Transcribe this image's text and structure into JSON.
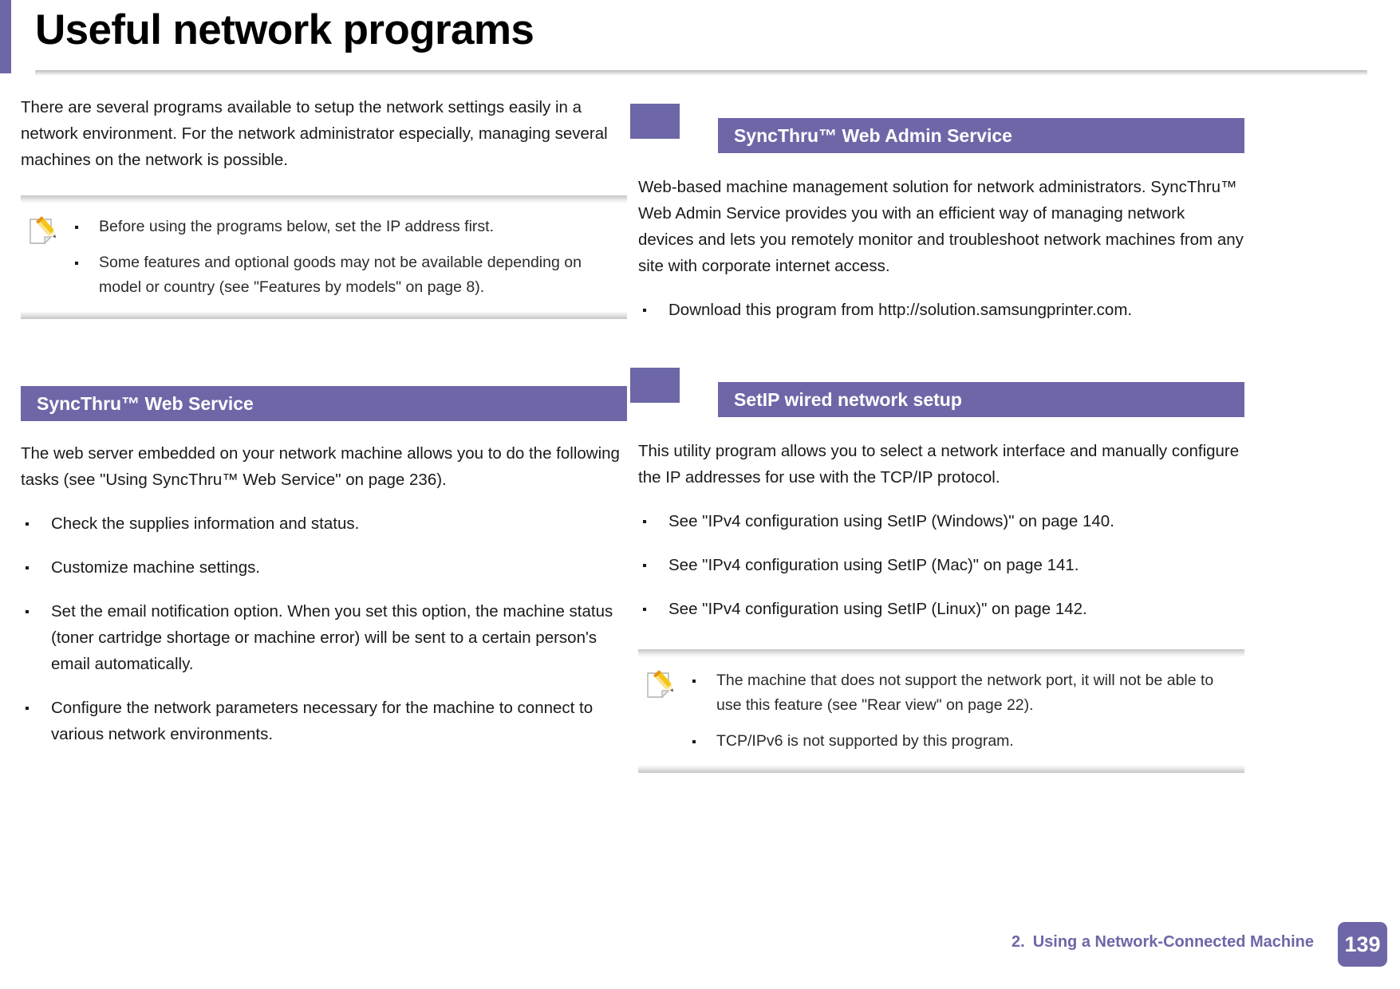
{
  "page": {
    "title": "Useful network programs",
    "accent_color": "#6d67a8",
    "text_color": "#1a1a1a"
  },
  "left_column": {
    "intro_paragraph": "There are several programs available to setup the network settings easily in a network environment. For the network administrator especially, managing several machines on the network is possible.",
    "note": {
      "icon": "note-pencil-icon",
      "bullets": [
        "Before using the programs below, set the IP address first.",
        "Some features and optional goods may not be available depending on model or country (see \"Features by models\" on page 8)."
      ]
    },
    "section": {
      "heading": "SyncThru™ Web Service",
      "paragraph": "The web server embedded on your network machine allows you to do the following tasks (see \"Using SyncThru™ Web Service\" on page 236).",
      "bullets": [
        "Check the supplies information and status.",
        "Customize machine settings.",
        "Set the email notification option. When you set this option, the machine status (toner cartridge shortage or machine error) will be sent to a certain person's email automatically.",
        "Configure the network parameters necessary for the machine to connect to various network environments."
      ]
    }
  },
  "right_column": {
    "section_admin": {
      "heading": "SyncThru™ Web Admin Service",
      "paragraph": "Web-based machine management solution for network administrators. SyncThru™ Web Admin Service provides you with an efficient way of managing network devices and lets you remotely monitor and troubleshoot network machines from any site with corporate internet access.",
      "bullets": [
        "Download this program from http://solution.samsungprinter.com."
      ]
    },
    "section_setip": {
      "heading": "SetIP wired network setup",
      "paragraph": "This utility program allows you to select a network interface and manually configure the IP addresses for use with the TCP/IP protocol.",
      "bullets": [
        "See \"IPv4 configuration using SetIP (Windows)\" on page 140.",
        "See \"IPv4 configuration using SetIP (Mac)\" on page 141.",
        "See \"IPv4 configuration using SetIP (Linux)\" on page 142."
      ],
      "note": {
        "icon": "note-pencil-icon",
        "bullets": [
          "The machine that does not support the network port, it will not be able to use this feature (see \"Rear view\" on page 22).",
          "TCP/IPv6 is not supported by this program."
        ]
      }
    }
  },
  "footer": {
    "chapter_number": "2.",
    "chapter_title": "Using a Network-Connected Machine",
    "page_number": "139"
  }
}
